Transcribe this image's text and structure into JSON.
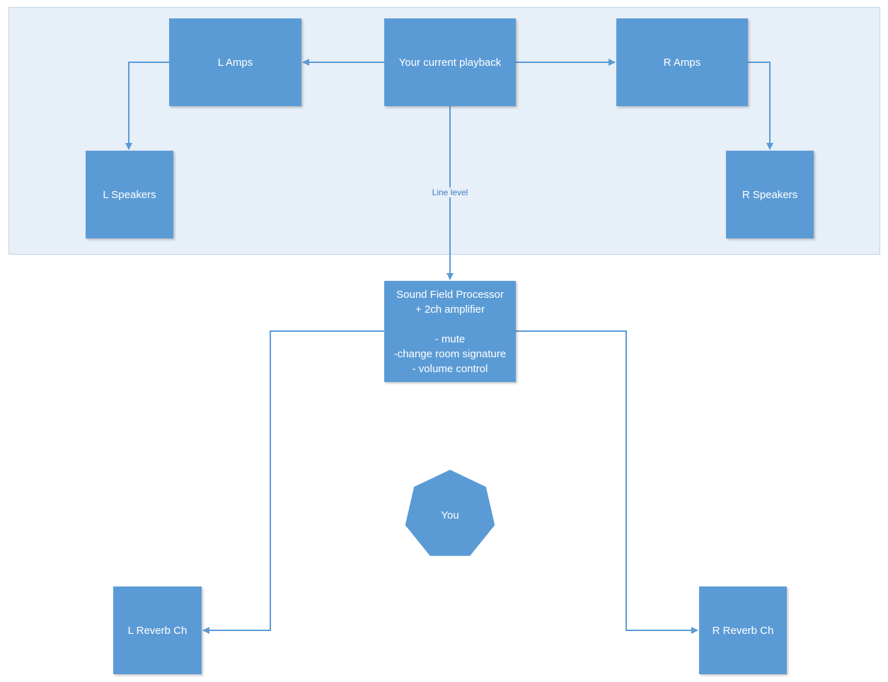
{
  "diagram": {
    "nodes": {
      "playback": "Your current playback",
      "l_amps": "L Amps",
      "r_amps": "R Amps",
      "l_speakers": "L Speakers",
      "r_speakers": "R Speakers",
      "processor": "Sound Field Processor\n+ 2ch amplifier\n\n- mute\n-change room signature\n- volume control",
      "you": "You",
      "l_reverb": "L Reverb Ch",
      "r_reverb": "R Reverb Ch"
    },
    "edge_label": "Line level",
    "colors": {
      "node_fill": "#5b9bd5",
      "connector": "#5b9bd5",
      "region_fill": "#e7eff8",
      "region_border": "#c3d3e3",
      "node_text": "#ffffff"
    }
  }
}
